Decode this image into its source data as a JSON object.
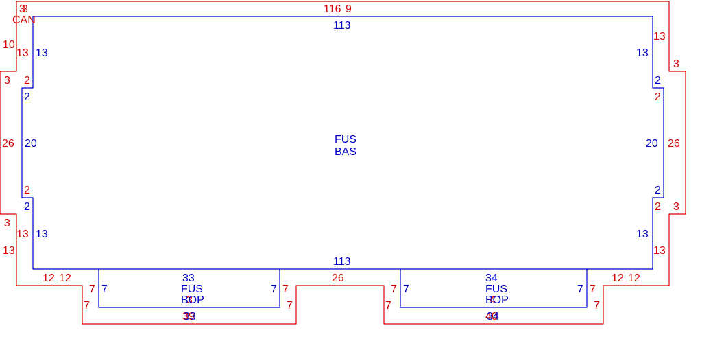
{
  "colors": {
    "outer": "#d40000",
    "inner": "#0000c8"
  },
  "outer": {
    "tag": "3",
    "name": "CAN",
    "top_a": "116",
    "top_b": "9",
    "left_side": [
      "10",
      "13",
      "2",
      "3",
      "26",
      "2",
      "3",
      "13",
      "13"
    ],
    "right_side": [
      "13",
      "3",
      "2",
      "26",
      "2",
      "3",
      "13"
    ],
    "bottom_left": [
      "12",
      "12",
      "7",
      "7"
    ],
    "bottom_right": [
      "7",
      "7",
      "12",
      "12"
    ],
    "bottom_mid": "26",
    "notch_left_bottom": "39",
    "notch_right_bottom": "40",
    "notch_left_tag": "3",
    "notch_right_tag": "4"
  },
  "base": {
    "name_1": "FUS",
    "name_2": "BAS",
    "top": "113",
    "bottom": "113",
    "left_side": [
      "13",
      "2",
      "20",
      "2",
      "13"
    ],
    "right_side": [
      "13",
      "2",
      "20",
      "2",
      "13"
    ]
  },
  "left_pod": {
    "top": "33",
    "name_1": "FUS",
    "name_2": "BOP",
    "left": "7",
    "right": "7",
    "bottom": "33"
  },
  "right_pod": {
    "top": "34",
    "name_1": "FUS",
    "name_2": "BOP",
    "left": "7",
    "right": "7",
    "bottom": "34"
  }
}
